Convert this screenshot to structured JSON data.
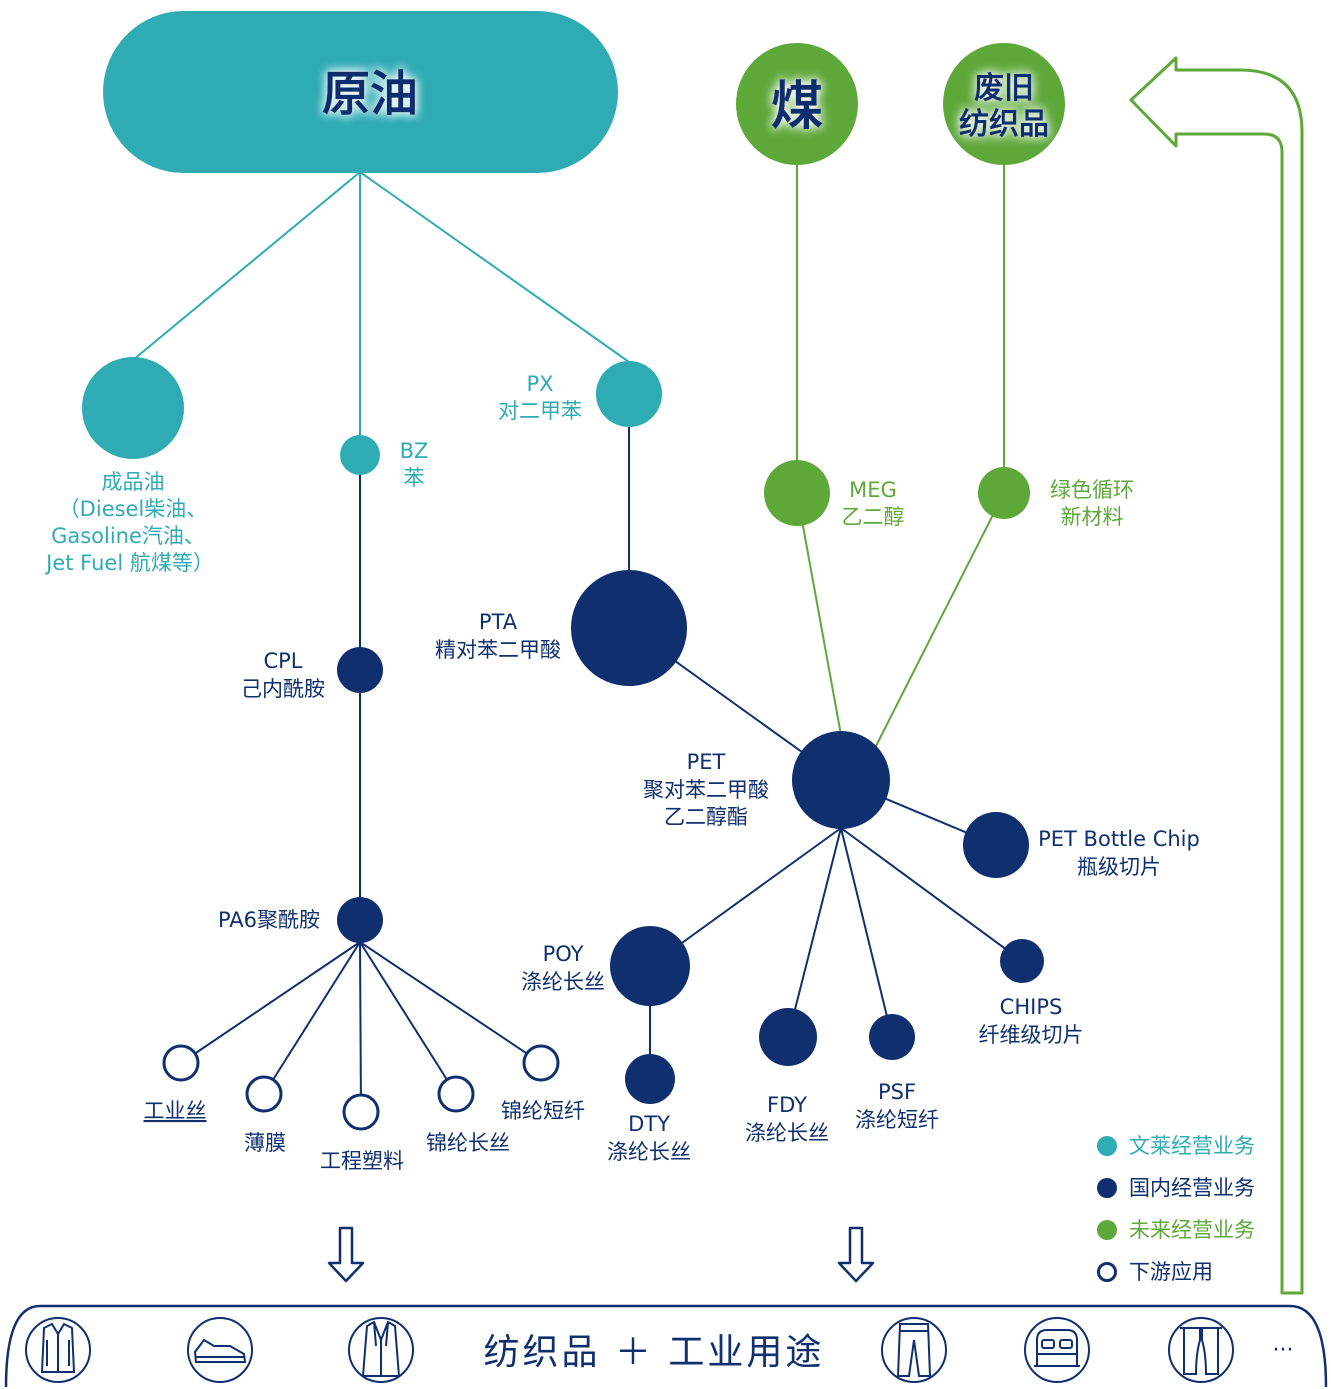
{
  "sources": {
    "crude_oil": "原油",
    "coal": "煤",
    "waste_textile_line1": "废旧",
    "waste_textile_line2": "纺织品"
  },
  "nodes": {
    "refined_oil": [
      "成品油",
      "（Diesel柴油、",
      "Gasoline汽油、",
      "Jet Fuel 航煤等）"
    ],
    "bz": [
      "BZ",
      "苯"
    ],
    "px": [
      "PX",
      "对二甲苯"
    ],
    "meg": [
      "MEG",
      "乙二醇"
    ],
    "green_material": [
      "绿色循环",
      "新材料"
    ],
    "pta": [
      "PTA",
      "精对苯二甲酸"
    ],
    "cpl": [
      "CPL",
      "己内酰胺"
    ],
    "pet": [
      "PET",
      "聚对苯二甲酸",
      "乙二醇酯"
    ],
    "pet_bottle_chip": [
      "PET Bottle Chip",
      "瓶级切片"
    ],
    "pa6": [
      "PA6聚酰胺"
    ],
    "poy": [
      "POY",
      "涤纶长丝"
    ],
    "chips": [
      "CHIPS",
      "纤维级切片"
    ],
    "dty": [
      "DTY",
      "涤纶长丝"
    ],
    "fdy": [
      "FDY",
      "涤纶长丝"
    ],
    "psf": [
      "PSF",
      "涤纶短纤"
    ],
    "industrial_yarn": [
      "工业丝"
    ],
    "film": [
      "薄膜"
    ],
    "engineering_plastic": [
      "工程塑料"
    ],
    "nylon_filament": [
      "锦纶长丝"
    ],
    "nylon_staple": [
      "锦纶短纤"
    ]
  },
  "legend": [
    {
      "label": "文莱经营业务",
      "color": "#2fabb4",
      "marker": "filled"
    },
    {
      "label": "国内经营业务",
      "color": "#0f2f6e",
      "marker": "filled"
    },
    {
      "label": "未来经营业务",
      "color": "#5ea83a",
      "marker": "filled"
    },
    {
      "label": "下游应用",
      "color": "#0f2f6e",
      "marker": "hollow"
    }
  ],
  "footer": {
    "text": "纺织品 ＋ 工业用途",
    "ellipsis": "···",
    "icons": [
      "shirt-icon",
      "sneaker-icon",
      "jacket-icon",
      "trousers-icon",
      "bed-icon",
      "curtain-icon"
    ]
  },
  "colors": {
    "teal": "#2fabb4",
    "navy": "#0f2f6e",
    "green": "#5ea83a"
  }
}
